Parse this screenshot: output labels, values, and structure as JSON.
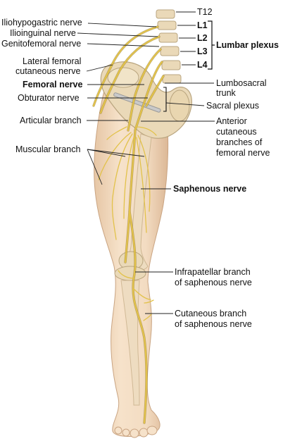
{
  "labels": {
    "t12": "T12",
    "l1": "L1",
    "l2": "L2",
    "l3": "L3",
    "l4": "L4",
    "lumbar_plexus": "Lumbar plexus",
    "iliohypogastric": "Iliohypogastric nerve",
    "ilioinguinal": "Ilioinguinal nerve",
    "genitofemoral": "Genitofemoral nerve",
    "lateral_femoral_1": "Lateral femoral",
    "lateral_femoral_2": "cutaneous nerve",
    "femoral": "Femoral nerve",
    "obturator": "Obturator nerve",
    "articular": "Articular branch",
    "muscular": "Muscular branch",
    "lumbosacral_1": "Lumbosacral",
    "lumbosacral_2": "trunk",
    "sacral_plexus": "Sacral plexus",
    "anterior_1": "Anterior",
    "anterior_2": "cutaneous",
    "anterior_3": "branches of",
    "anterior_4": "femoral nerve",
    "saphenous": "Saphenous nerve",
    "infrapatellar_1": "Infrapatellar branch",
    "infrapatellar_2": "of saphenous nerve",
    "cutaneous_1": "Cutaneous branch",
    "cutaneous_2": "of saphenous nerve"
  },
  "colors": {
    "skin": "#f3dcc2",
    "skin_shadow": "#e2c2a2",
    "bone": "#ead9b8",
    "bone_edge": "#b9a57f",
    "nerve": "#e2c24a",
    "nerve_edge": "#8a6f1a",
    "leader": "#222222",
    "bracket": "#111111"
  }
}
